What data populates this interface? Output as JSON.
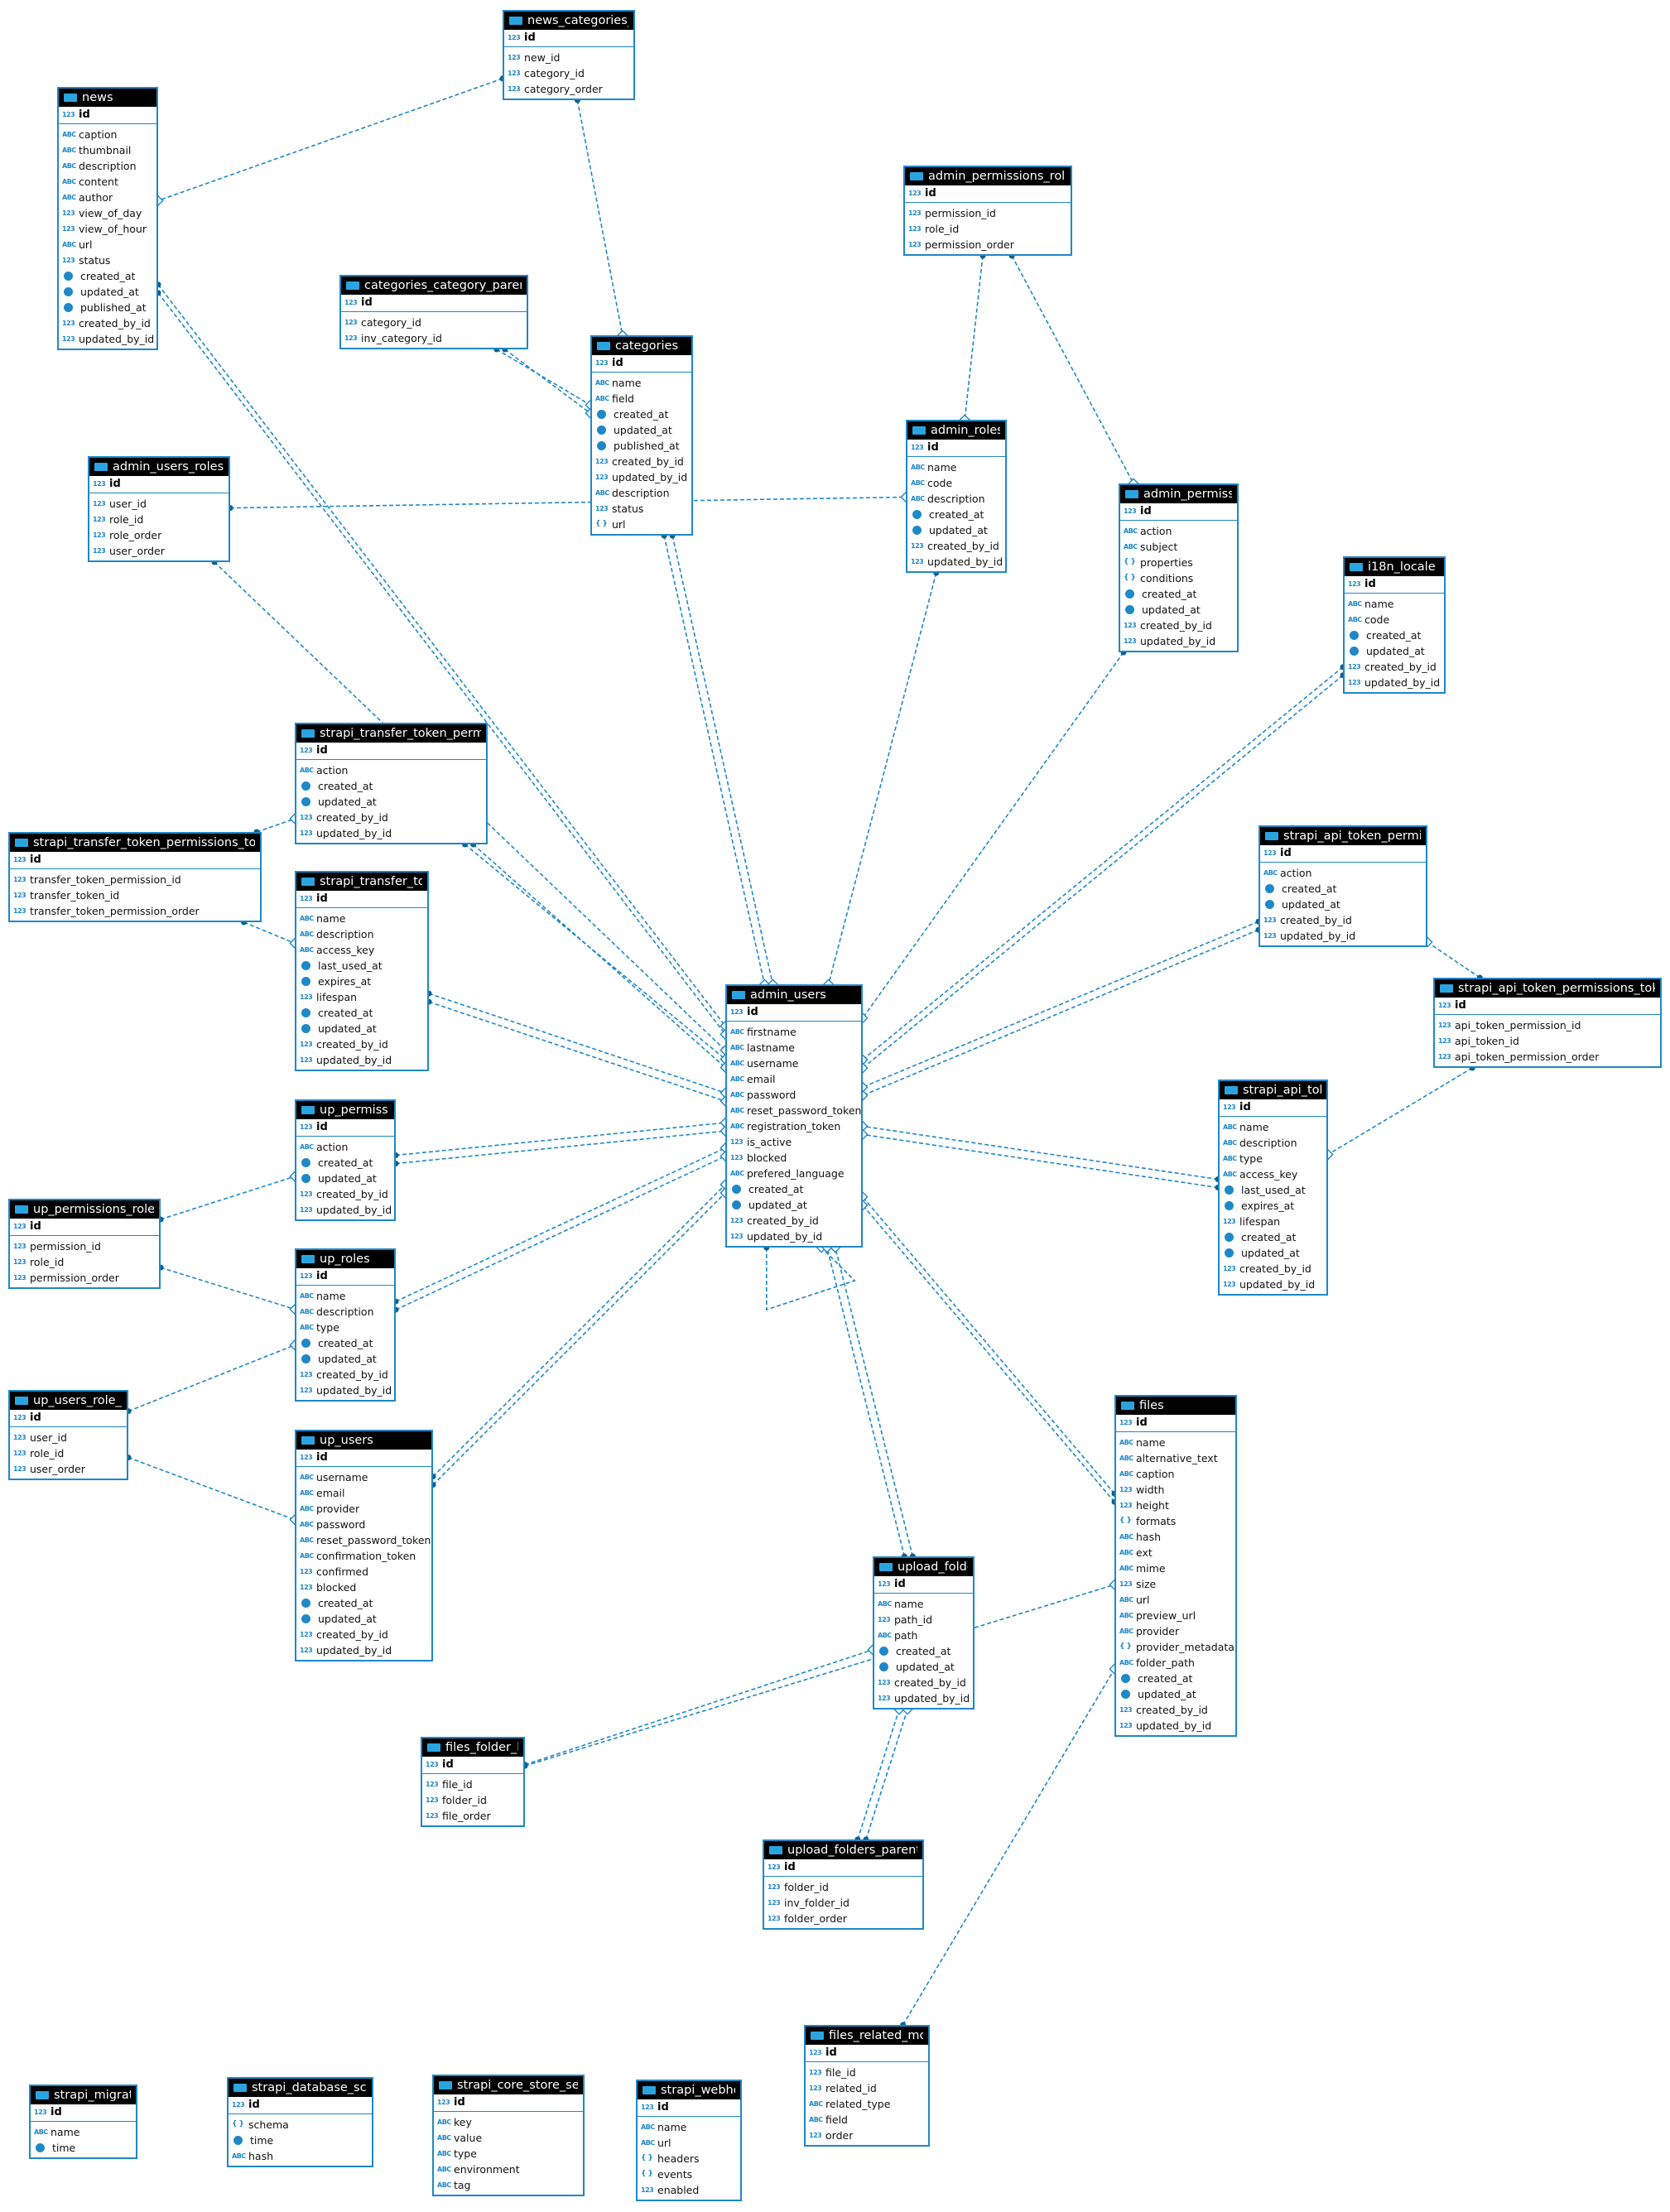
{
  "icons": {
    "table": "table-icon",
    "number": "number-type-icon",
    "text": "text-type-icon",
    "datetime": "datetime-type-icon",
    "json": "json-type-icon"
  },
  "colors": {
    "accent": "#1e88c8",
    "header_bg": "#000000",
    "header_text": "#ffffff"
  },
  "tables": [
    {
      "key": "news_categories_links",
      "name": "news_categories_lin",
      "pk": "id",
      "columns": [
        [
          "num",
          "new_id"
        ],
        [
          "num",
          "category_id"
        ],
        [
          "num",
          "category_order"
        ]
      ]
    },
    {
      "key": "news",
      "name": "news",
      "pk": "id",
      "columns": [
        [
          "txt",
          "caption"
        ],
        [
          "txt",
          "thumbnail"
        ],
        [
          "txt",
          "description"
        ],
        [
          "txt",
          "content"
        ],
        [
          "txt",
          "author"
        ],
        [
          "num",
          "view_of_day"
        ],
        [
          "num",
          "view_of_hour"
        ],
        [
          "txt",
          "url"
        ],
        [
          "num",
          "status"
        ],
        [
          "dt",
          "created_at"
        ],
        [
          "dt",
          "updated_at"
        ],
        [
          "dt",
          "published_at"
        ],
        [
          "num",
          "created_by_id"
        ],
        [
          "num",
          "updated_by_id"
        ]
      ]
    },
    {
      "key": "admin_permissions_role_links",
      "name": "admin_permissions_role_li",
      "pk": "id",
      "columns": [
        [
          "num",
          "permission_id"
        ],
        [
          "num",
          "role_id"
        ],
        [
          "num",
          "permission_order"
        ]
      ]
    },
    {
      "key": "categories_category_parent_links",
      "name": "categories_category_parent_li",
      "pk": "id",
      "columns": [
        [
          "num",
          "category_id"
        ],
        [
          "num",
          "inv_category_id"
        ]
      ]
    },
    {
      "key": "categories",
      "name": "categories",
      "pk": "id",
      "columns": [
        [
          "txt",
          "name"
        ],
        [
          "txt",
          "field"
        ],
        [
          "dt",
          "created_at"
        ],
        [
          "dt",
          "updated_at"
        ],
        [
          "dt",
          "published_at"
        ],
        [
          "num",
          "created_by_id"
        ],
        [
          "num",
          "updated_by_id"
        ],
        [
          "txt",
          "description"
        ],
        [
          "num",
          "status"
        ],
        [
          "json",
          "url"
        ]
      ]
    },
    {
      "key": "admin_roles",
      "name": "admin_roles",
      "pk": "id",
      "columns": [
        [
          "txt",
          "name"
        ],
        [
          "txt",
          "code"
        ],
        [
          "txt",
          "description"
        ],
        [
          "dt",
          "created_at"
        ],
        [
          "dt",
          "updated_at"
        ],
        [
          "num",
          "created_by_id"
        ],
        [
          "num",
          "updated_by_id"
        ]
      ]
    },
    {
      "key": "admin_users_roles_links",
      "name": "admin_users_roles_lin",
      "pk": "id",
      "columns": [
        [
          "num",
          "user_id"
        ],
        [
          "num",
          "role_id"
        ],
        [
          "num",
          "role_order"
        ],
        [
          "num",
          "user_order"
        ]
      ]
    },
    {
      "key": "admin_permissions",
      "name": "admin_permissio",
      "pk": "id",
      "columns": [
        [
          "txt",
          "action"
        ],
        [
          "txt",
          "subject"
        ],
        [
          "json",
          "properties"
        ],
        [
          "json",
          "conditions"
        ],
        [
          "dt",
          "created_at"
        ],
        [
          "dt",
          "updated_at"
        ],
        [
          "num",
          "created_by_id"
        ],
        [
          "num",
          "updated_by_id"
        ]
      ]
    },
    {
      "key": "i18n_locale",
      "name": "i18n_locale",
      "pk": "id",
      "columns": [
        [
          "txt",
          "name"
        ],
        [
          "txt",
          "code"
        ],
        [
          "dt",
          "created_at"
        ],
        [
          "dt",
          "updated_at"
        ],
        [
          "num",
          "created_by_id"
        ],
        [
          "num",
          "updated_by_id"
        ]
      ]
    },
    {
      "key": "strapi_transfer_token_permissions",
      "name": "strapi_transfer_token_permiss",
      "pk": "id",
      "columns": [
        [
          "txt",
          "action"
        ],
        [
          "dt",
          "created_at"
        ],
        [
          "dt",
          "updated_at"
        ],
        [
          "num",
          "created_by_id"
        ],
        [
          "num",
          "updated_by_id"
        ]
      ]
    },
    {
      "key": "strapi_transfer_token_permissions_token_links",
      "name": "strapi_transfer_token_permissions_token",
      "pk": "id",
      "columns": [
        [
          "num",
          "transfer_token_permission_id"
        ],
        [
          "num",
          "transfer_token_id"
        ],
        [
          "num",
          "transfer_token_permission_order"
        ]
      ]
    },
    {
      "key": "strapi_transfer_tokens",
      "name": "strapi_transfer_toke",
      "pk": "id",
      "columns": [
        [
          "txt",
          "name"
        ],
        [
          "txt",
          "description"
        ],
        [
          "txt",
          "access_key"
        ],
        [
          "dt",
          "last_used_at"
        ],
        [
          "dt",
          "expires_at"
        ],
        [
          "num",
          "lifespan"
        ],
        [
          "dt",
          "created_at"
        ],
        [
          "dt",
          "updated_at"
        ],
        [
          "num",
          "created_by_id"
        ],
        [
          "num",
          "updated_by_id"
        ]
      ]
    },
    {
      "key": "strapi_api_token_permissions",
      "name": "strapi_api_token_permissi",
      "pk": "id",
      "columns": [
        [
          "txt",
          "action"
        ],
        [
          "dt",
          "created_at"
        ],
        [
          "dt",
          "updated_at"
        ],
        [
          "num",
          "created_by_id"
        ],
        [
          "num",
          "updated_by_id"
        ]
      ]
    },
    {
      "key": "admin_users",
      "name": "admin_users",
      "pk": "id",
      "columns": [
        [
          "txt",
          "firstname"
        ],
        [
          "txt",
          "lastname"
        ],
        [
          "txt",
          "username"
        ],
        [
          "txt",
          "email"
        ],
        [
          "txt",
          "password"
        ],
        [
          "txt",
          "reset_password_token"
        ],
        [
          "txt",
          "registration_token"
        ],
        [
          "num",
          "is_active"
        ],
        [
          "num",
          "blocked"
        ],
        [
          "txt",
          "prefered_language"
        ],
        [
          "dt",
          "created_at"
        ],
        [
          "dt",
          "updated_at"
        ],
        [
          "num",
          "created_by_id"
        ],
        [
          "num",
          "updated_by_id"
        ]
      ]
    },
    {
      "key": "strapi_api_token_permissions_token_links",
      "name": "strapi_api_token_permissions_token",
      "pk": "id",
      "columns": [
        [
          "num",
          "api_token_permission_id"
        ],
        [
          "num",
          "api_token_id"
        ],
        [
          "num",
          "api_token_permission_order"
        ]
      ]
    },
    {
      "key": "up_permissions",
      "name": "up_permission",
      "pk": "id",
      "columns": [
        [
          "txt",
          "action"
        ],
        [
          "dt",
          "created_at"
        ],
        [
          "dt",
          "updated_at"
        ],
        [
          "num",
          "created_by_id"
        ],
        [
          "num",
          "updated_by_id"
        ]
      ]
    },
    {
      "key": "strapi_api_tokens",
      "name": "strapi_api_toke",
      "pk": "id",
      "columns": [
        [
          "txt",
          "name"
        ],
        [
          "txt",
          "description"
        ],
        [
          "txt",
          "type"
        ],
        [
          "txt",
          "access_key"
        ],
        [
          "dt",
          "last_used_at"
        ],
        [
          "dt",
          "expires_at"
        ],
        [
          "num",
          "lifespan"
        ],
        [
          "dt",
          "created_at"
        ],
        [
          "dt",
          "updated_at"
        ],
        [
          "num",
          "created_by_id"
        ],
        [
          "num",
          "updated_by_id"
        ]
      ]
    },
    {
      "key": "up_permissions_role_links",
      "name": "up_permissions_role_li",
      "pk": "id",
      "columns": [
        [
          "num",
          "permission_id"
        ],
        [
          "num",
          "role_id"
        ],
        [
          "num",
          "permission_order"
        ]
      ]
    },
    {
      "key": "up_roles",
      "name": "up_roles",
      "pk": "id",
      "columns": [
        [
          "txt",
          "name"
        ],
        [
          "txt",
          "description"
        ],
        [
          "txt",
          "type"
        ],
        [
          "dt",
          "created_at"
        ],
        [
          "dt",
          "updated_at"
        ],
        [
          "num",
          "created_by_id"
        ],
        [
          "num",
          "updated_by_id"
        ]
      ]
    },
    {
      "key": "up_users_role_links",
      "name": "up_users_role_lin",
      "pk": "id",
      "columns": [
        [
          "num",
          "user_id"
        ],
        [
          "num",
          "role_id"
        ],
        [
          "num",
          "user_order"
        ]
      ]
    },
    {
      "key": "files",
      "name": "files",
      "pk": "id",
      "columns": [
        [
          "txt",
          "name"
        ],
        [
          "txt",
          "alternative_text"
        ],
        [
          "txt",
          "caption"
        ],
        [
          "num",
          "width"
        ],
        [
          "num",
          "height"
        ],
        [
          "json",
          "formats"
        ],
        [
          "txt",
          "hash"
        ],
        [
          "txt",
          "ext"
        ],
        [
          "txt",
          "mime"
        ],
        [
          "num",
          "size"
        ],
        [
          "txt",
          "url"
        ],
        [
          "txt",
          "preview_url"
        ],
        [
          "txt",
          "provider"
        ],
        [
          "json",
          "provider_metadata"
        ],
        [
          "txt",
          "folder_path"
        ],
        [
          "dt",
          "created_at"
        ],
        [
          "dt",
          "updated_at"
        ],
        [
          "num",
          "created_by_id"
        ],
        [
          "num",
          "updated_by_id"
        ]
      ]
    },
    {
      "key": "up_users",
      "name": "up_users",
      "pk": "id",
      "columns": [
        [
          "txt",
          "username"
        ],
        [
          "txt",
          "email"
        ],
        [
          "txt",
          "provider"
        ],
        [
          "txt",
          "password"
        ],
        [
          "txt",
          "reset_password_token"
        ],
        [
          "txt",
          "confirmation_token"
        ],
        [
          "num",
          "confirmed"
        ],
        [
          "num",
          "blocked"
        ],
        [
          "dt",
          "created_at"
        ],
        [
          "dt",
          "updated_at"
        ],
        [
          "num",
          "created_by_id"
        ],
        [
          "num",
          "updated_by_id"
        ]
      ]
    },
    {
      "key": "upload_folders",
      "name": "upload_folder",
      "pk": "id",
      "columns": [
        [
          "txt",
          "name"
        ],
        [
          "num",
          "path_id"
        ],
        [
          "txt",
          "path"
        ],
        [
          "dt",
          "created_at"
        ],
        [
          "dt",
          "updated_at"
        ],
        [
          "num",
          "created_by_id"
        ],
        [
          "num",
          "updated_by_id"
        ]
      ]
    },
    {
      "key": "files_folder_links",
      "name": "files_folder_lin",
      "pk": "id",
      "columns": [
        [
          "num",
          "file_id"
        ],
        [
          "num",
          "folder_id"
        ],
        [
          "num",
          "file_order"
        ]
      ]
    },
    {
      "key": "upload_folders_parent_links",
      "name": "upload_folders_parent_li",
      "pk": "id",
      "columns": [
        [
          "num",
          "folder_id"
        ],
        [
          "num",
          "inv_folder_id"
        ],
        [
          "num",
          "folder_order"
        ]
      ]
    },
    {
      "key": "files_related_morphs",
      "name": "files_related_morp",
      "pk": "id",
      "columns": [
        [
          "num",
          "file_id"
        ],
        [
          "num",
          "related_id"
        ],
        [
          "txt",
          "related_type"
        ],
        [
          "txt",
          "field"
        ],
        [
          "num",
          "order"
        ]
      ]
    },
    {
      "key": "strapi_migrations",
      "name": "strapi_migratio",
      "pk": "id",
      "columns": [
        [
          "txt",
          "name"
        ],
        [
          "dt",
          "time"
        ]
      ]
    },
    {
      "key": "strapi_database_schema",
      "name": "strapi_database_schen",
      "pk": "id",
      "columns": [
        [
          "json",
          "schema"
        ],
        [
          "dt",
          "time"
        ],
        [
          "txt",
          "hash"
        ]
      ]
    },
    {
      "key": "strapi_core_store_settings",
      "name": "strapi_core_store_setti",
      "pk": "id",
      "columns": [
        [
          "txt",
          "key"
        ],
        [
          "txt",
          "value"
        ],
        [
          "txt",
          "type"
        ],
        [
          "txt",
          "environment"
        ],
        [
          "txt",
          "tag"
        ]
      ]
    },
    {
      "key": "strapi_webhooks",
      "name": "strapi_webhoo",
      "pk": "id",
      "columns": [
        [
          "txt",
          "name"
        ],
        [
          "txt",
          "url"
        ],
        [
          "json",
          "headers"
        ],
        [
          "json",
          "events"
        ],
        [
          "num",
          "enabled"
        ]
      ]
    }
  ],
  "relations": [
    [
      "news_categories_links",
      "news"
    ],
    [
      "news_categories_links",
      "categories"
    ],
    [
      "categories_category_parent_links",
      "categories"
    ],
    [
      "categories_category_parent_links",
      "categories"
    ],
    [
      "admin_permissions_role_links",
      "admin_roles"
    ],
    [
      "admin_permissions_role_links",
      "admin_permissions"
    ],
    [
      "admin_users_roles_links",
      "admin_roles"
    ],
    [
      "admin_users_roles_links",
      "admin_users"
    ],
    [
      "news",
      "admin_users"
    ],
    [
      "news",
      "admin_users"
    ],
    [
      "categories",
      "admin_users"
    ],
    [
      "categories",
      "admin_users"
    ],
    [
      "admin_roles",
      "admin_users"
    ],
    [
      "admin_permissions",
      "admin_users"
    ],
    [
      "i18n_locale",
      "admin_users"
    ],
    [
      "i18n_locale",
      "admin_users"
    ],
    [
      "strapi_transfer_token_permissions_token_links",
      "strapi_transfer_token_permissions"
    ],
    [
      "strapi_transfer_token_permissions_token_links",
      "strapi_transfer_tokens"
    ],
    [
      "strapi_transfer_token_permissions",
      "admin_users"
    ],
    [
      "strapi_transfer_token_permissions",
      "admin_users"
    ],
    [
      "strapi_transfer_tokens",
      "admin_users"
    ],
    [
      "strapi_transfer_tokens",
      "admin_users"
    ],
    [
      "strapi_api_token_permissions",
      "admin_users"
    ],
    [
      "strapi_api_token_permissions",
      "admin_users"
    ],
    [
      "strapi_api_token_permissions_token_links",
      "strapi_api_token_permissions"
    ],
    [
      "strapi_api_token_permissions_token_links",
      "strapi_api_tokens"
    ],
    [
      "strapi_api_tokens",
      "admin_users"
    ],
    [
      "strapi_api_tokens",
      "admin_users"
    ],
    [
      "up_permissions",
      "admin_users"
    ],
    [
      "up_permissions",
      "admin_users"
    ],
    [
      "up_permissions_role_links",
      "up_permissions"
    ],
    [
      "up_permissions_role_links",
      "up_roles"
    ],
    [
      "up_roles",
      "admin_users"
    ],
    [
      "up_roles",
      "admin_users"
    ],
    [
      "up_users_role_links",
      "up_roles"
    ],
    [
      "up_users_role_links",
      "up_users"
    ],
    [
      "up_users",
      "admin_users"
    ],
    [
      "up_users",
      "admin_users"
    ],
    [
      "admin_users",
      "admin_users"
    ],
    [
      "upload_folders",
      "admin_users"
    ],
    [
      "upload_folders",
      "admin_users"
    ],
    [
      "files",
      "admin_users"
    ],
    [
      "files",
      "admin_users"
    ],
    [
      "files_folder_links",
      "upload_folders"
    ],
    [
      "files_folder_links",
      "files"
    ],
    [
      "upload_folders_parent_links",
      "upload_folders"
    ],
    [
      "upload_folders_parent_links",
      "upload_folders"
    ],
    [
      "files_related_morphs",
      "files"
    ]
  ]
}
